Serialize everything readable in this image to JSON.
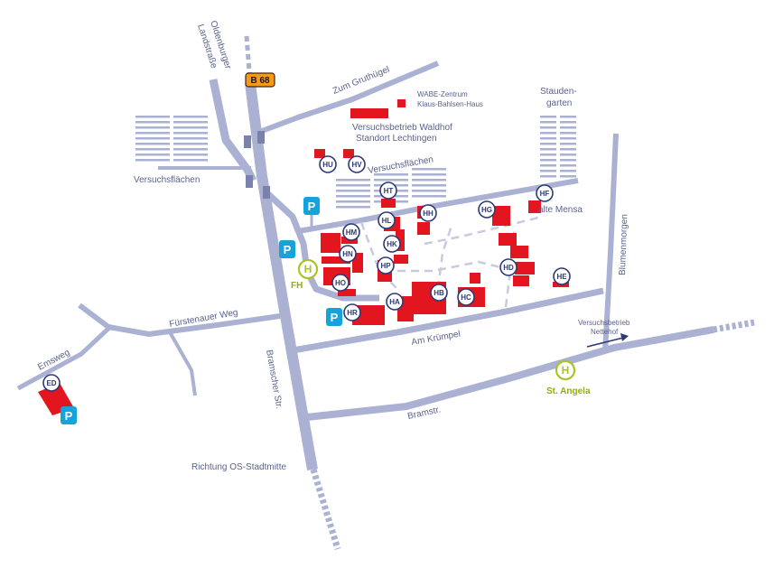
{
  "roads": {
    "oldenburger": "Oldenburger Landstraße",
    "oldenburger_1": "Oldenburger",
    "oldenburger_2": "Landstraße",
    "b68": "B 68",
    "gruthuegel": "Zum Gruthügel",
    "fuerstenauer": "Fürstenauer Weg",
    "emsweg": "Emsweg",
    "kruempel": "Am Krümpel",
    "bramscher": "Bramscher Str.",
    "bramstr": "Bramstr.",
    "blumenmorgen": "Blumenmorgen",
    "richtung": "Richtung OS-Stadtmitte"
  },
  "places": {
    "wabe": "WABE-Zentrum",
    "bahlsen": "Klaus-Bahlsen-Haus",
    "waldhof": "Versuchsbetrieb Waldhof",
    "lechtingen": "Standort Lechtingen",
    "versuch_left": "Versuchsflächen",
    "versuch_center": "Versuchsflächen",
    "stauden_1": "Stauden-",
    "stauden_2": "garten",
    "alte_mensa": "alte Mensa",
    "nettehof_1": "Versuchsbetrieb",
    "nettehof_2": "Nettehof"
  },
  "buildings": [
    "HU",
    "HV",
    "HT",
    "HL",
    "HH",
    "HG",
    "HF",
    "HM",
    "HK",
    "HN",
    "HP",
    "HO",
    "HA",
    "HB",
    "HC",
    "HD",
    "HE",
    "HR",
    "ED"
  ],
  "parking_label": "P",
  "bus_stops": [
    {
      "name": "FH",
      "symbol": "H"
    },
    {
      "name": "St. Angela",
      "symbol": "H"
    }
  ],
  "colors": {
    "road": "#aab1d2",
    "building": "#e3151f",
    "label_text": "#5a628e",
    "parking": "#15a3dc",
    "bus_stop": "#a8c528",
    "highway_badge": "#f29a1f"
  }
}
